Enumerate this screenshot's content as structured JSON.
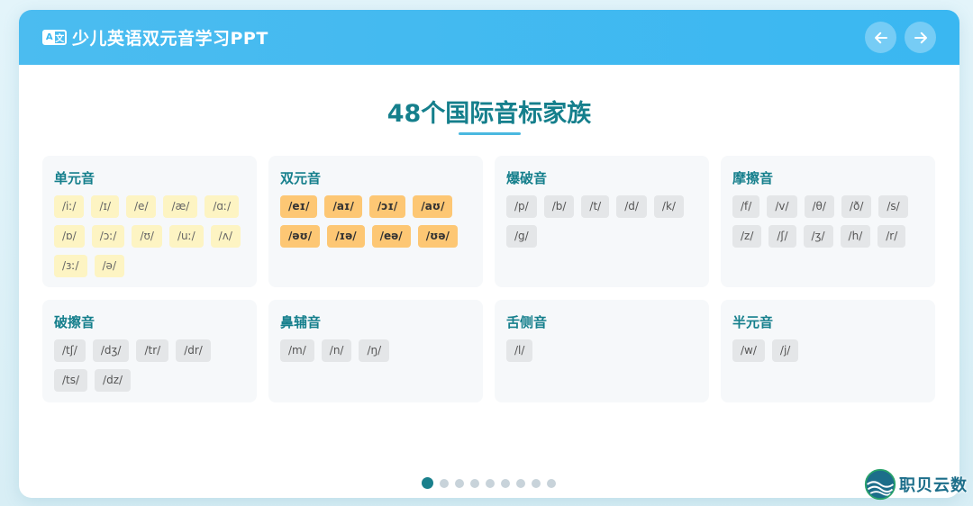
{
  "app": {
    "title": "少儿英语双元音学习PPT",
    "icon_left": "A",
    "icon_right": "文"
  },
  "nav": {
    "prev_icon": "arrow-left-icon",
    "next_icon": "arrow-right-icon"
  },
  "page": {
    "title": "48个国际音标家族"
  },
  "colors": {
    "header": "#3ab7f1",
    "title": "#157f8c",
    "chip_yellow": "#fdf4c3",
    "chip_orange": "#fdc774",
    "chip_gray": "#e4e6e8"
  },
  "families": [
    {
      "title": "单元音",
      "style": "yellow",
      "symbols": [
        "/iː/",
        "/ɪ/",
        "/e/",
        "/æ/",
        "/ɑː/",
        "/ɒ/",
        "/ɔː/",
        "/ʊ/",
        "/uː/",
        "/ʌ/",
        "/ɜː/",
        "/ə/"
      ]
    },
    {
      "title": "双元音",
      "style": "orange",
      "symbols": [
        "/eɪ/",
        "/aɪ/",
        "/ɔɪ/",
        "/aʊ/",
        "/əʊ/",
        "/ɪə/",
        "/eə/",
        "/ʊə/"
      ]
    },
    {
      "title": "爆破音",
      "style": "gray",
      "symbols": [
        "/p/",
        "/b/",
        "/t/",
        "/d/",
        "/k/",
        "/g/"
      ]
    },
    {
      "title": "摩擦音",
      "style": "gray",
      "symbols": [
        "/f/",
        "/v/",
        "/θ/",
        "/ð/",
        "/s/",
        "/z/",
        "/ʃ/",
        "/ʒ/",
        "/h/",
        "/r/"
      ]
    },
    {
      "title": "破擦音",
      "style": "gray",
      "symbols": [
        "/tʃ/",
        "/dʒ/",
        "/tr/",
        "/dr/",
        "/ts/",
        "/dz/"
      ]
    },
    {
      "title": "鼻辅音",
      "style": "gray",
      "symbols": [
        "/m/",
        "/n/",
        "/ŋ/"
      ]
    },
    {
      "title": "舌侧音",
      "style": "gray",
      "symbols": [
        "/l/"
      ]
    },
    {
      "title": "半元音",
      "style": "gray",
      "symbols": [
        "/w/",
        "/j/"
      ]
    }
  ],
  "pagination": {
    "total": 9,
    "active": 0
  },
  "watermark": {
    "text": "职贝云数"
  }
}
